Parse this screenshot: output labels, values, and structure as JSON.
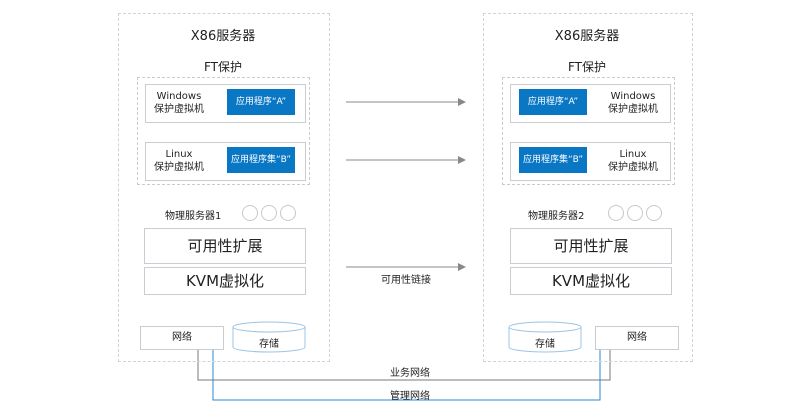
{
  "left": {
    "server_title": "X86服务器",
    "ft_title": "FT保护",
    "vm1": {
      "label_line1": "Windows",
      "label_line2": "保护虚拟机",
      "app": "应用程序“A”"
    },
    "vm2": {
      "label_line1": "Linux",
      "label_line2": "保护虚拟机",
      "app": "应用程序集“B”"
    },
    "physical": "物理服务器1",
    "availability": "可用性扩展",
    "kvm": "KVM虚拟化",
    "network": "网络",
    "storage": "存储"
  },
  "right": {
    "server_title": "X86服务器",
    "ft_title": "FT保护",
    "vm1": {
      "label_line1": "Windows",
      "label_line2": "保护虚拟机",
      "app": "应用程序“A”"
    },
    "vm2": {
      "label_line1": "Linux",
      "label_line2": "保护虚拟机",
      "app": "应用程序集“B”"
    },
    "physical": "物理服务器2",
    "availability": "可用性扩展",
    "kvm": "KVM虚拟化",
    "network": "网络",
    "storage": "存储"
  },
  "link_label": "可用性链接",
  "business_network": "业务网络",
  "management_network": "管理网络",
  "colors": {
    "accent": "#0a77c5",
    "business_line": "#7a7a7a",
    "management_line": "#2a8ad6"
  }
}
